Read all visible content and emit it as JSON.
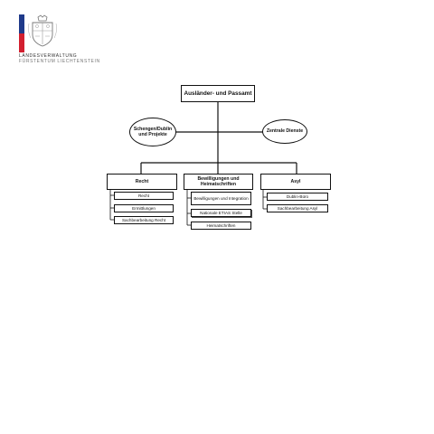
{
  "header": {
    "org_line1": "LANDESVERWALTUNG",
    "org_line2": "FÜRSTENTUM LIECHTENSTEIN"
  },
  "chart": {
    "root": "Ausländer- und Passamt",
    "staff_left": "Schengen/Dublin und Projekte",
    "staff_right": "Zentrale Dienste",
    "departments": [
      {
        "title": "Recht",
        "units": [
          "Recht",
          "Ermittlungen",
          "Sachbearbeitung Recht"
        ]
      },
      {
        "title": "Bewilligungen und Heimatschriften",
        "units": [
          "Bewilligungen und Integration",
          "Nationale ETIAS Stelle",
          "Heimatschriften"
        ]
      },
      {
        "title": "Asyl",
        "units": [
          "Dublin-Büro",
          "Sachbearbeitung Asyl"
        ]
      }
    ]
  }
}
